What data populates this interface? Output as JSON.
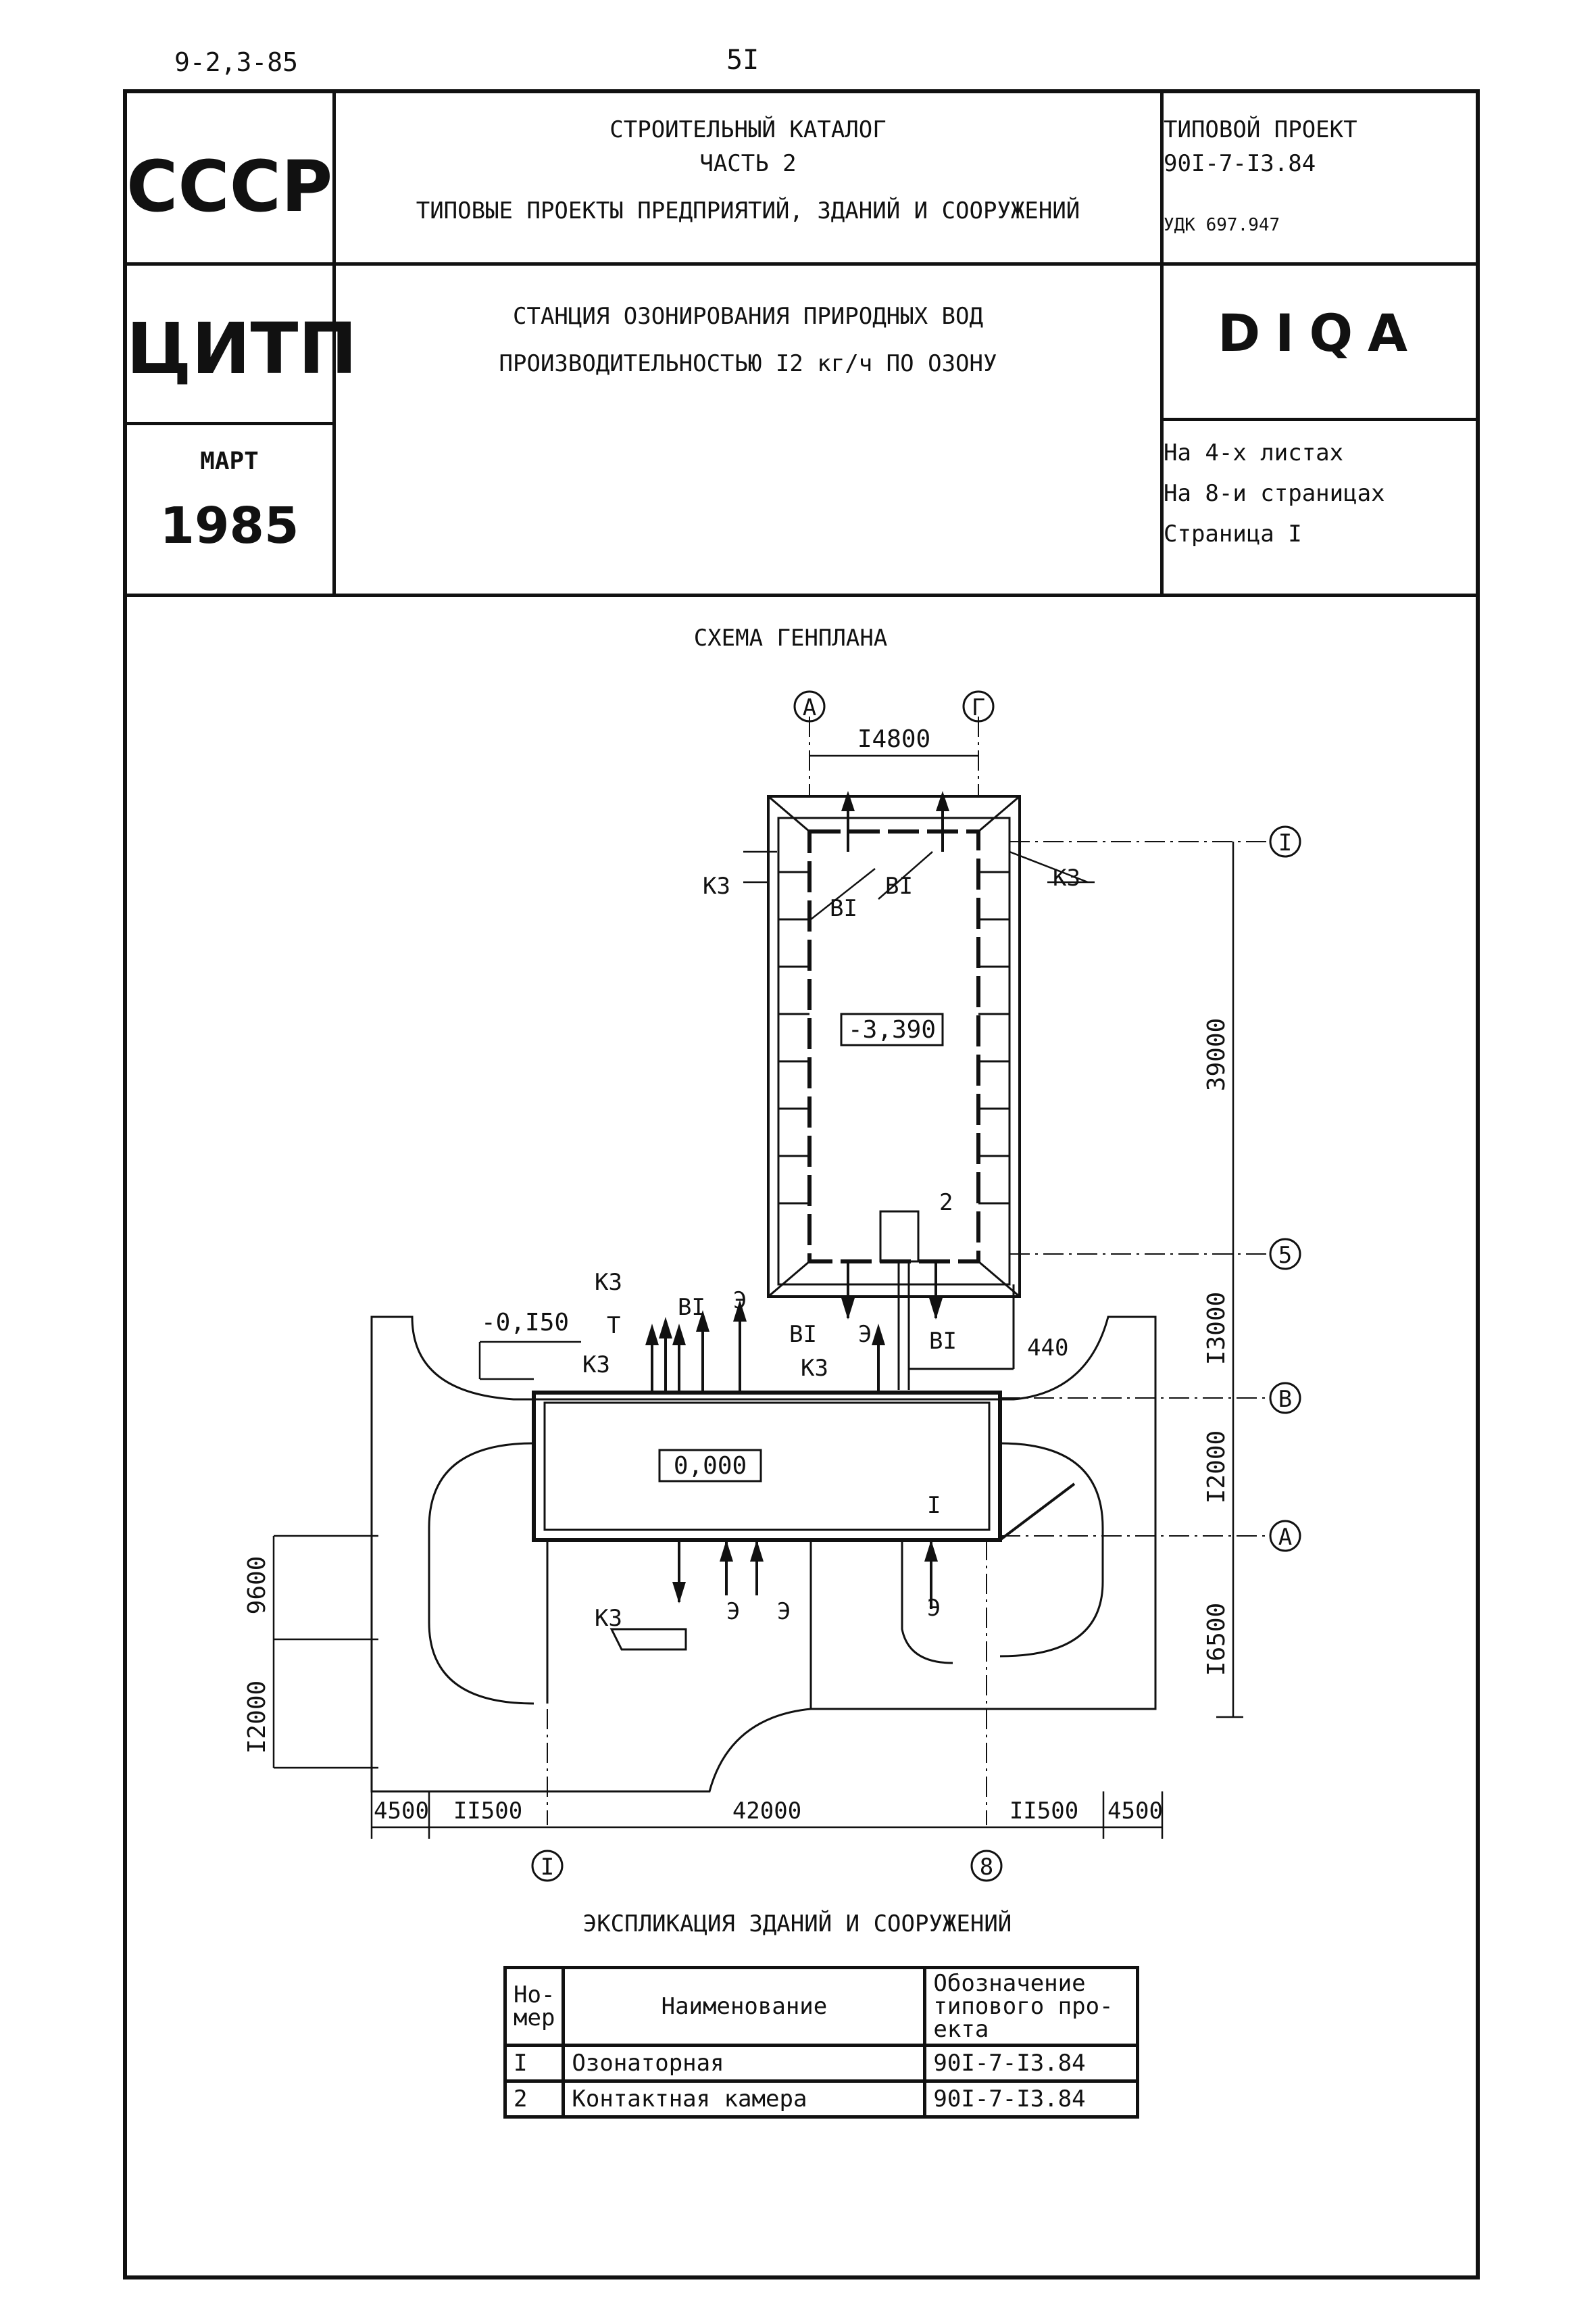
{
  "header": {
    "code": "9-2,3-85",
    "page_number": "5I",
    "org1": "СССР",
    "org2": "ЦИТП",
    "month": "МАРТ",
    "year": "1985",
    "catalog_title": "СТРОИТЕЛЬНЫЙ КАТАЛОГ",
    "catalog_part": "ЧАСТЬ 2",
    "catalog_subtitle": "ТИПОВЫЕ ПРОЕКТЫ ПРЕДПРИЯТИЙ, ЗДАНИЙ И СООРУЖЕНИЙ",
    "project_label": "ТИПОВОЙ ПРОЕКТ",
    "project_code": "90I-7-I3.84",
    "udk": "УДК 697.947",
    "station_line1": "СТАНЦИЯ ОЗОНИРОВАНИЯ ПРИРОДНЫХ ВОД",
    "station_line2": "ПРОИЗВОДИТЕЛЬНОСТЬЮ I2 кг/ч ПО ОЗОНУ",
    "doc_code": "DIQA",
    "sheets": "На 4-х листах",
    "pages": "На 8-и страницах",
    "page": "Страница I"
  },
  "plan": {
    "title": "СХЕМА ГЕНПЛАНА",
    "axes": {
      "a_top": "А",
      "g_top": "Г",
      "r1": "I",
      "r5": "5",
      "rV": "В",
      "rA": "А",
      "b1": "I",
      "b8": "8"
    },
    "dims": {
      "top_width": "I4800",
      "d39000": "39000",
      "d13000": "I3000",
      "d12000r": "I2000",
      "d16500": "I6500",
      "d9600": "9600",
      "d12000l": "I2000",
      "d4500l": "4500",
      "d11500l": "II500",
      "d42000": "42000",
      "d11500r": "II500",
      "d4500r": "4500",
      "d440": "440"
    },
    "levels": {
      "contact": "-3,390",
      "building": "0,000",
      "ground": "-0,I50"
    },
    "labels": {
      "k3": "К3",
      "b1": "ВI",
      "t": "Т",
      "e": "Э",
      "i": "I",
      "two": "2"
    }
  },
  "explication": {
    "title": "ЭКСПЛИКАЦИЯ ЗДАНИЙ И СООРУЖЕНИЙ",
    "col_num_1": "Но-",
    "col_num_2": "мер",
    "col_name": "Наименование",
    "col_code_1": "Обозначение",
    "col_code_2": "типового про-",
    "col_code_3": "екта",
    "rows": [
      {
        "num": "I",
        "name": "Озонаторная",
        "code": "90I-7-I3.84"
      },
      {
        "num": "2",
        "name": "Контактная камера",
        "code": "90I-7-I3.84"
      }
    ]
  }
}
